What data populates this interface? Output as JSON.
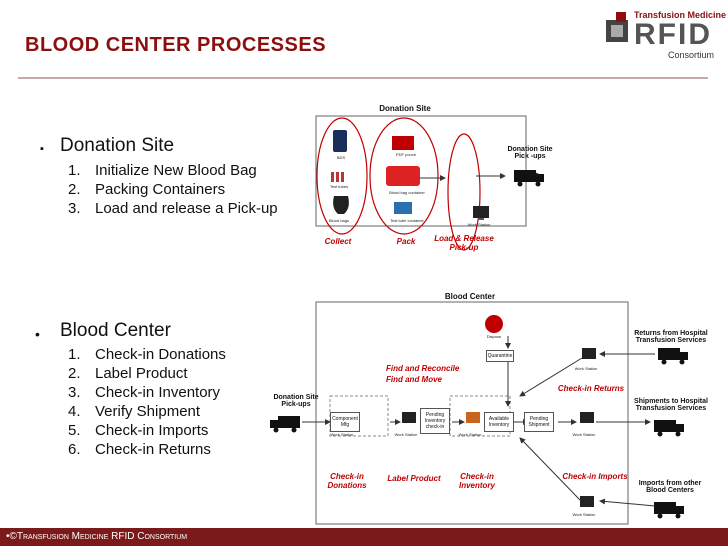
{
  "header": {
    "title": "BLOOD CENTER PROCESSES",
    "logo_top": "Transfusion Medicine",
    "logo_main": "RFID",
    "logo_sub": "Consortium"
  },
  "left": {
    "section1": {
      "heading": "Donation Site",
      "items": [
        {
          "num": "1.",
          "text": "Initialize New Blood Bag"
        },
        {
          "num": "2.",
          "text": "Packing Containers"
        },
        {
          "num": "3.",
          "text": "Load and release a Pick-up"
        }
      ]
    },
    "section2": {
      "heading": "Blood Center",
      "items": [
        {
          "num": "1.",
          "text": "Check-in Donations"
        },
        {
          "num": "2.",
          "text": "Label Product"
        },
        {
          "num": "3.",
          "text": "Check-in Inventory"
        },
        {
          "num": "4.",
          "text": "Verify Shipment"
        },
        {
          "num": "5.",
          "text": "Check-in Imports"
        },
        {
          "num": "6.",
          "text": "Check-in Returns"
        }
      ]
    }
  },
  "donation_diagram": {
    "title": "Donation Site",
    "pickups_label": "Donation Site Pick -ups",
    "small_labels": {
      "bds": "BDS",
      "test_tubes": "Test tubes",
      "blood_bags": "Blood bags",
      "pdf_pouch": "PDF pouch",
      "blood_bag_container": "Blood bag container",
      "test_tube_container": "Test tube container",
      "work_station": "Work Station"
    },
    "steps": {
      "collect": "Collect",
      "pack": "Pack",
      "load_release": "Load & Release Pick-up"
    }
  },
  "center_diagram": {
    "title": "Blood Center",
    "pickups_label": "Donation Site Pick-ups",
    "boxes": {
      "component_mfg": "Component Mfg",
      "pending_inventory": "Pending Inventory check-in",
      "available_inventory": "Available Inventory",
      "pending_shipment": "Pending Shipment",
      "quarantine": "Quarantine",
      "dispose": "Dispose"
    },
    "work_station": "Work Station",
    "steps": {
      "find_reconcile": "Find and Reconcile",
      "find_move": "Find and Move",
      "checkin_donations": "Check-in Donations",
      "label_product": "Label Product",
      "checkin_inventory": "Check-in Inventory",
      "checkin_returns": "Check-in Returns",
      "checkin_imports": "Check-in Imports"
    },
    "right_labels": {
      "returns": "Returns from Hospital Transfusion Services",
      "shipments": "Shipments to Hospital Transfusion Services",
      "imports": "Imports from other Blood Centers"
    }
  },
  "footer": {
    "text": "•©Transfusion Medicine RFID Consortium"
  }
}
